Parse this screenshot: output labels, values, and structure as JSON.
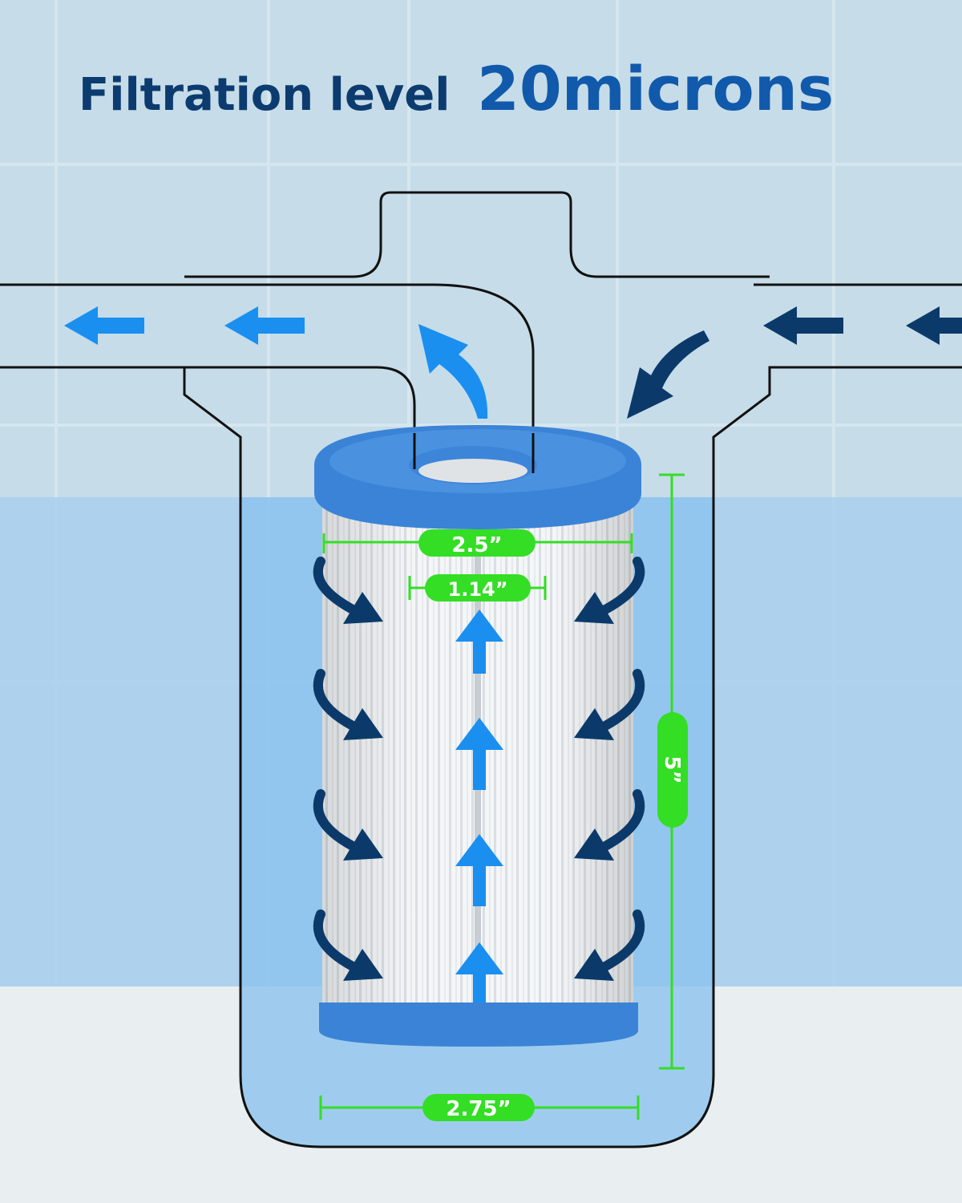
{
  "title": {
    "prefix": "Filtration level",
    "highlight": "20microns"
  },
  "dimensions": {
    "outer_diameter": "2.5”",
    "inner_diameter": "1.14”",
    "height": "5”",
    "base_diameter": "2.75”"
  },
  "colors": {
    "title_dark": "#0c3b6f",
    "title_accent": "#1159ab",
    "flow_light": "#1a8ff0",
    "flow_dark": "#0b3a6a",
    "dimension_green": "#33de24",
    "filter_cap": "#3b83d6"
  }
}
